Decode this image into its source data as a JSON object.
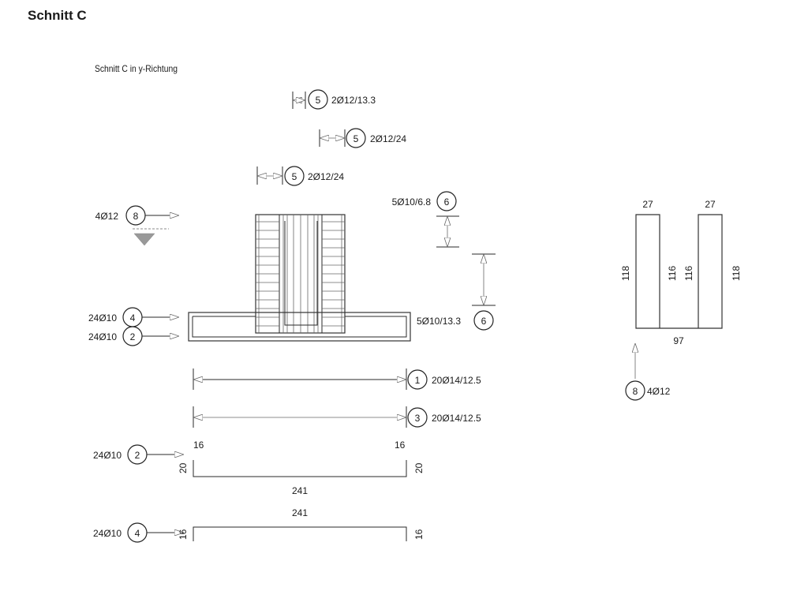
{
  "title": "Schnitt C",
  "subtitle": "Schnitt C in y-Richtung",
  "labels": {
    "b5a_mark": "5",
    "b5a_spec": "2Ø12/13.3",
    "b5b_mark": "5",
    "b5b_spec": "2Ø12/24",
    "b5c_mark": "5",
    "b5c_spec": "2Ø12/24",
    "b8_mark": "8",
    "b8_spec": "4Ø12",
    "b6a_mark": "6",
    "b6a_spec": "5Ø10/6.8",
    "b6b_mark": "6",
    "b6b_spec": "5Ø10/13.3",
    "b4_mark": "4",
    "b4_spec": "24Ø10",
    "b2_mark": "2",
    "b2_spec": "24Ø10",
    "b1_mark": "1",
    "b1_spec": "20Ø14/12.5",
    "b3_mark": "3",
    "b3_spec": "20Ø14/12.5",
    "b2s_mark": "2",
    "b2s_spec": "24Ø10",
    "b4s_mark": "4",
    "b4s_spec": "24Ø10",
    "b8s_mark": "8",
    "b8s_spec": "4Ø12"
  },
  "dims": {
    "s2_hook_left": "16",
    "s2_hook_right": "16",
    "s2_leg_left": "20",
    "s2_leg_right": "20",
    "s2_length": "241",
    "s4_length": "241",
    "s4_leg_left": "16",
    "s4_leg_right": "16",
    "u_top_left": "27",
    "u_top_right": "27",
    "u_outer_left": "118",
    "u_inner_left": "116",
    "u_inner_right": "116",
    "u_outer_right": "118",
    "u_bottom": "97"
  }
}
